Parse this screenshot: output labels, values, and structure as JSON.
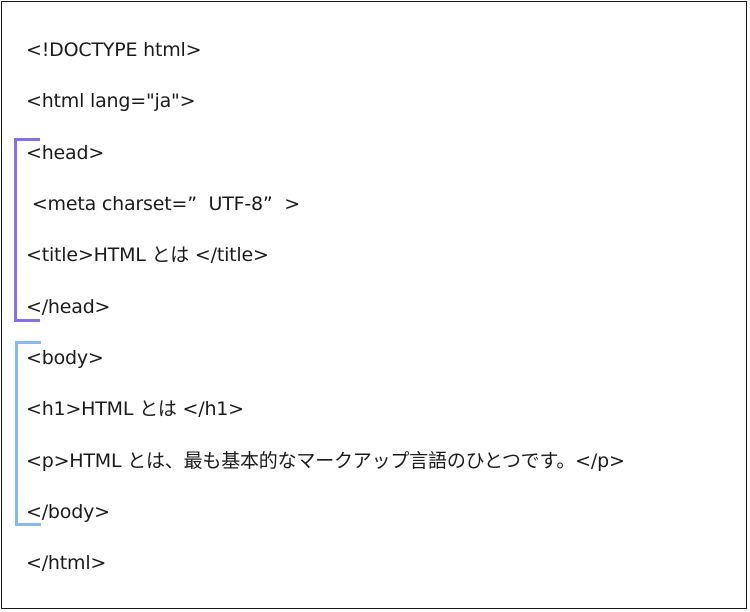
{
  "lines": [
    "<!DOCTYPE html>",
    "<html lang=\"ja\">",
    "<head>",
    " <meta charset=”  UTF-8”  >",
    "<title>HTML とは </title>",
    "</head>",
    "<body>",
    "<h1>HTML とは </h1>",
    "<p>HTML とは、最も基本的なマークアップ言語のひとつです。</p>",
    "</body>",
    "</html>"
  ],
  "colors": {
    "head_bracket": "#8a6ee6",
    "body_bracket": "#88b8f0",
    "text": "#1a1a1a",
    "border": "#1a1a1a"
  }
}
